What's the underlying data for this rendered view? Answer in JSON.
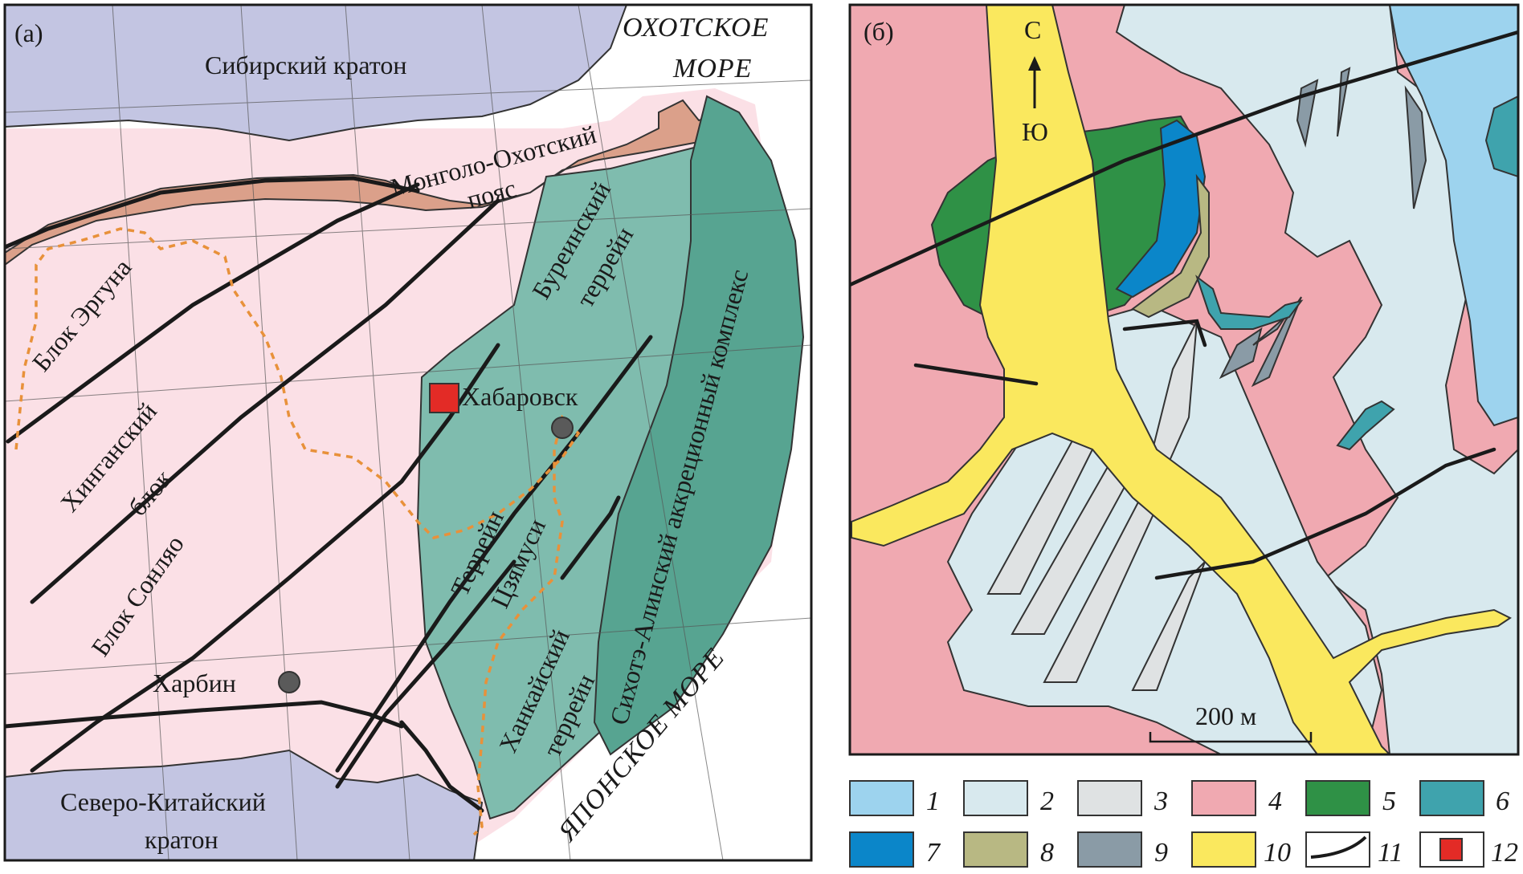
{
  "panel_a": {
    "letter": "(а)",
    "labels": {
      "siberian_craton": "Сибирский кратон",
      "okhotsk_sea_1": "ОХОТСКОЕ",
      "okhotsk_sea_2": "МОРЕ",
      "mongol_belt_1": "Монголо-Охотский",
      "mongol_belt_2": "пояс",
      "ergun_block": "Блок Эргуна",
      "khingan_block_1": "Хинганский",
      "khingan_block_2": "блок",
      "songliao_block": "Блок Сонляо",
      "bureya_1": "Буреинский",
      "bureya_2": "террейн",
      "sikhote_alin": "Сихотэ-Алинский аккреционный комплекс",
      "khabarovsk": "Хабаровск",
      "jiamusi_1": "Террейн",
      "jiamusi_2": "Цзямуси",
      "khanka_1": "Ханкайский",
      "khanka_2": "террейн",
      "harbin": "Харбин",
      "japan_sea": "ЯПОНСКОЕ МОРЕ",
      "north_china_1": "Северо-Китайский",
      "north_china_2": "кратон"
    }
  },
  "panel_b": {
    "letter": "(б)",
    "north": "С",
    "south": "Ю",
    "scale_label": "200 м"
  },
  "legend": [
    {
      "num": "1",
      "color": "#9dd3ee"
    },
    {
      "num": "2",
      "color": "#d8e9ee"
    },
    {
      "num": "3",
      "color": "#dfe2e3"
    },
    {
      "num": "4",
      "color": "#f0a9b1"
    },
    {
      "num": "5",
      "color": "#2f9146"
    },
    {
      "num": "6",
      "color": "#3fa3ad"
    },
    {
      "num": "7",
      "color": "#0b86c9"
    },
    {
      "num": "8",
      "color": "#b8b883"
    },
    {
      "num": "9",
      "color": "#8a9ba6"
    },
    {
      "num": "10",
      "color": "#fae85e"
    },
    {
      "num": "11",
      "color": "line"
    },
    {
      "num": "12",
      "color": "marker"
    }
  ],
  "colors": {
    "craton": "#c3c5e2",
    "pink_terrain": "#fbe0e6",
    "mongol_belt": "#dba08a",
    "terrane": "#7fbcae",
    "sikhote": "#57a491",
    "khabarovsk_marker": "#e32b26",
    "city_dot": "#5a5a5a",
    "dashed_border": "#e8913a"
  }
}
